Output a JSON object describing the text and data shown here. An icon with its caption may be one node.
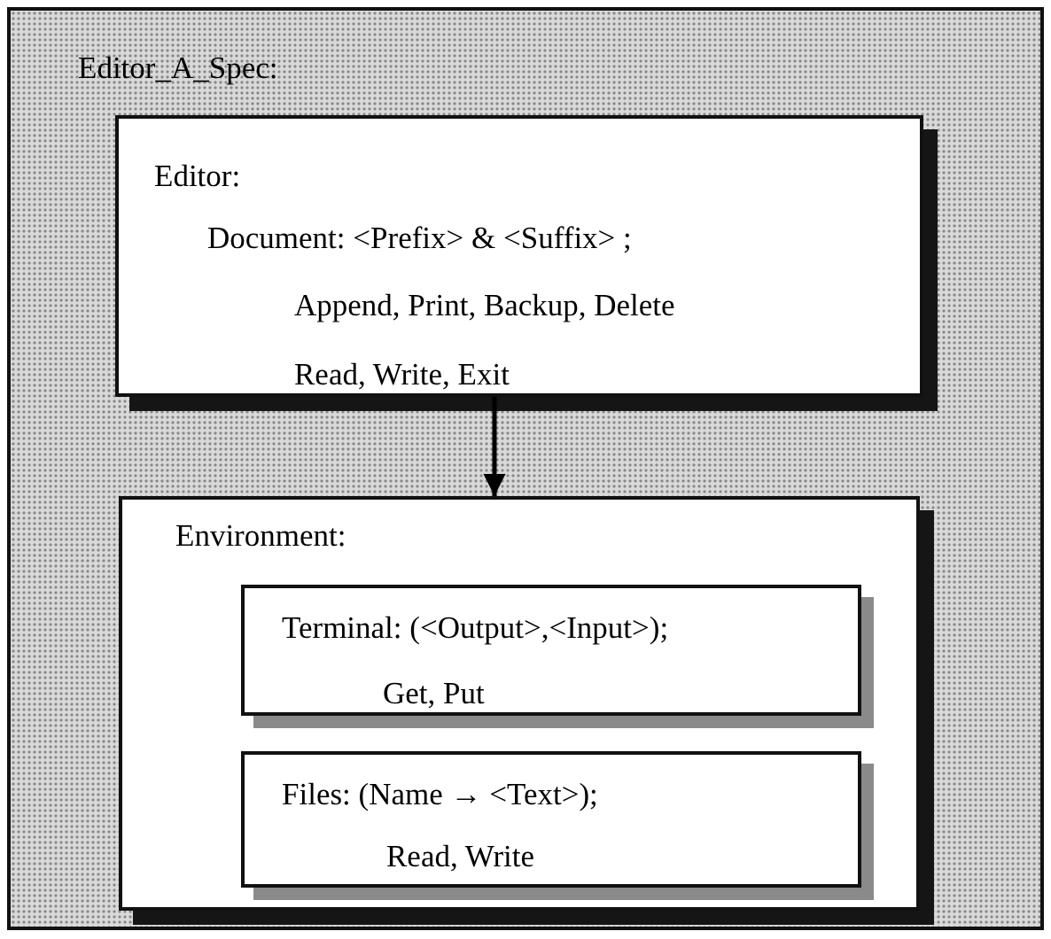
{
  "diagram": {
    "nodes": [
      {
        "text": [
          "Editor_A_Spec:"
        ]
      },
      {
        "text": [
          "Editor:",
          "Document: <Prefix> & <Suffix> ;",
          "Append, Print, Backup, Delete",
          "Read, Write, Exit"
        ],
        "in": 0
      },
      {
        "text": [
          "Environment:"
        ],
        "in": 0
      },
      {
        "text": [
          "Terminal: (<Output>,<Input>);",
          "Get, Put"
        ],
        "in": 2
      },
      {
        "text": [
          "Files: (Name → <Text>);",
          "Read, Write"
        ],
        "in": 2
      }
    ],
    "edges": [
      {
        "from": 1,
        "to": 2,
        "arrow": "to"
      }
    ]
  }
}
